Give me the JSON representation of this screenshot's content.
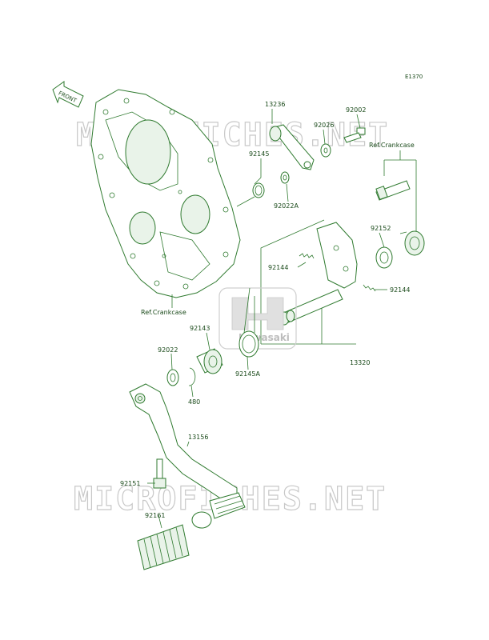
{
  "diagram_code": "E1370",
  "front_label": "FRONT",
  "watermark": "MICROFICHES.NET",
  "brand_logo": "Kawasaki",
  "ref_crankcase_label": "Ref.Crankcase",
  "colors": {
    "line": "#2f7a2f",
    "text": "#1a4a1a",
    "watermark": "#c8c8c8"
  },
  "parts": {
    "p13236": "13236",
    "p92002": "92002",
    "p92026": "92026",
    "p92145": "92145",
    "p92022A": "92022A",
    "p92152": "92152",
    "p92144_upper": "92144",
    "p92144_lower": "92144",
    "p92143": "92143",
    "p92022": "92022",
    "p480": "480",
    "p92145A": "92145A",
    "p13320": "13320",
    "p13156": "13156",
    "p92151": "92151",
    "p92161": "92161"
  }
}
